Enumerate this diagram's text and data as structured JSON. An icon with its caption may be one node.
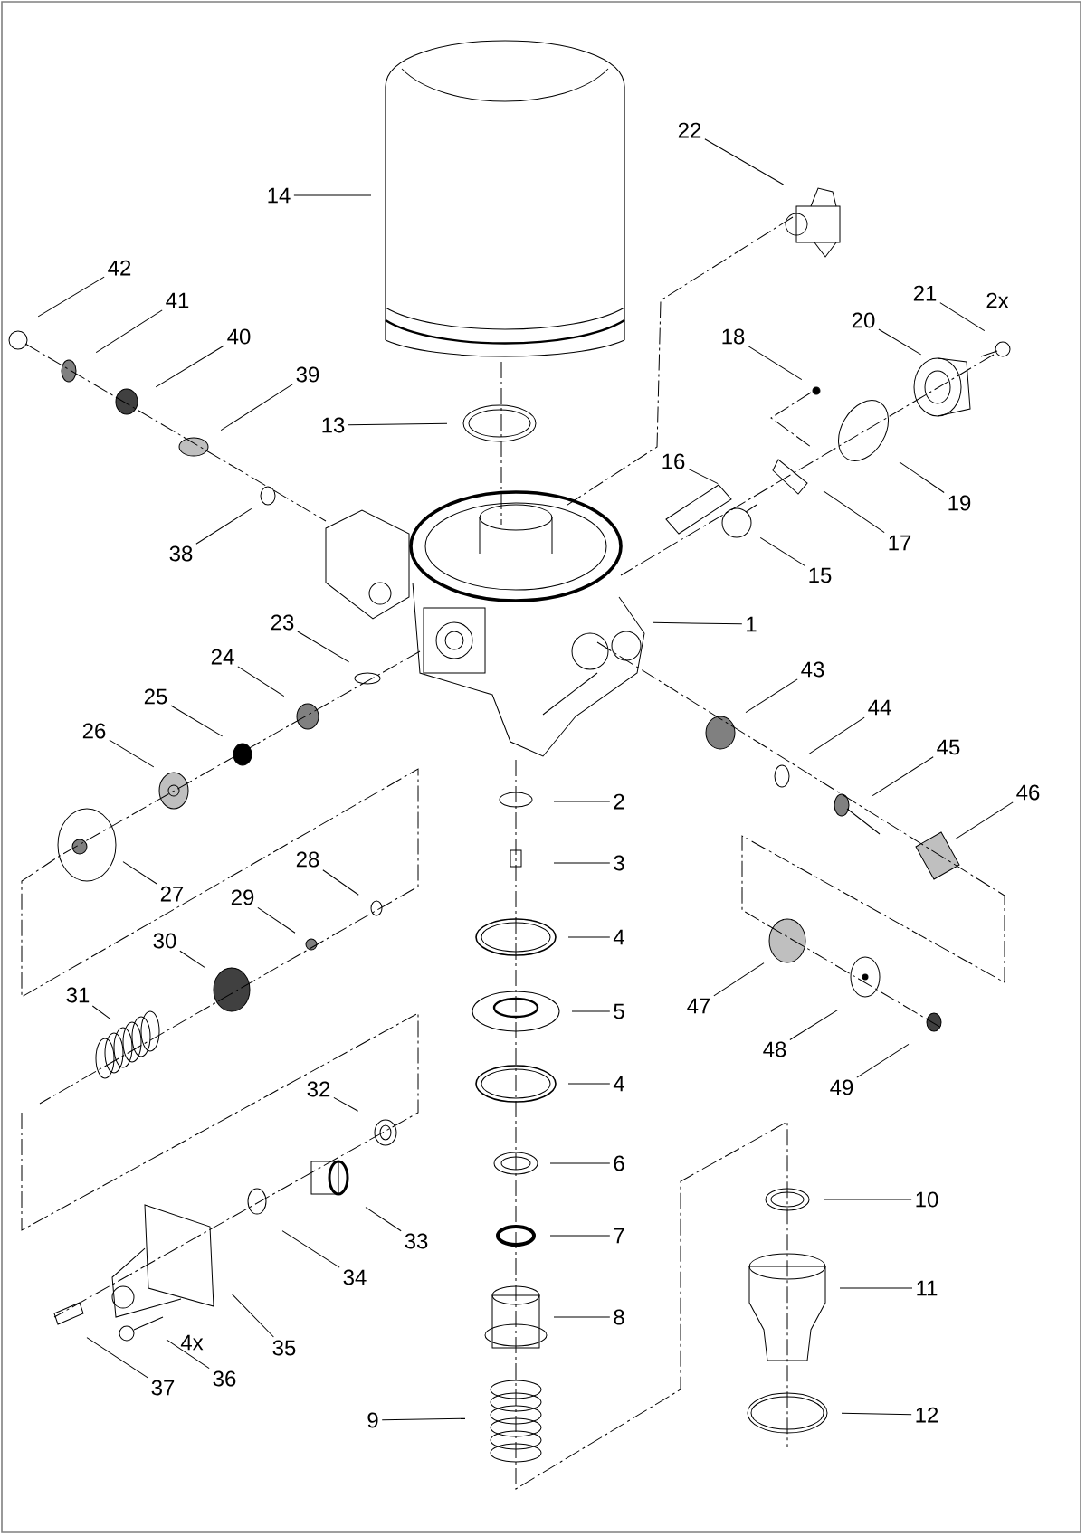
{
  "diagram": {
    "nodes": [
      {
        "text": [
          "1"
        ]
      },
      {
        "text": [
          "2"
        ]
      },
      {
        "text": [
          "3"
        ]
      },
      {
        "text": [
          "4"
        ]
      },
      {
        "text": [
          "5"
        ]
      },
      {
        "text": [
          "4"
        ]
      },
      {
        "text": [
          "6"
        ]
      },
      {
        "text": [
          "7"
        ]
      },
      {
        "text": [
          "8"
        ]
      },
      {
        "text": [
          "9"
        ]
      },
      {
        "text": [
          "10"
        ]
      },
      {
        "text": [
          "11"
        ]
      },
      {
        "text": [
          "12"
        ]
      },
      {
        "text": [
          "13"
        ]
      },
      {
        "text": [
          "14"
        ]
      },
      {
        "text": [
          "15"
        ]
      },
      {
        "text": [
          "16"
        ]
      },
      {
        "text": [
          "17"
        ]
      },
      {
        "text": [
          "18"
        ]
      },
      {
        "text": [
          "19"
        ]
      },
      {
        "text": [
          "20"
        ]
      },
      {
        "text": [
          "21"
        ],
        "beside": [
          "2x"
        ]
      },
      {
        "text": [
          "22"
        ]
      },
      {
        "text": [
          "23"
        ]
      },
      {
        "text": [
          "24"
        ]
      },
      {
        "text": [
          "25"
        ]
      },
      {
        "text": [
          "26"
        ]
      },
      {
        "text": [
          "27"
        ]
      },
      {
        "text": [
          "28"
        ]
      },
      {
        "text": [
          "29"
        ]
      },
      {
        "text": [
          "30"
        ]
      },
      {
        "text": [
          "31"
        ]
      },
      {
        "text": [
          "32"
        ]
      },
      {
        "text": [
          "33"
        ]
      },
      {
        "text": [
          "34"
        ]
      },
      {
        "text": [
          "35"
        ]
      },
      {
        "text": [
          "36"
        ],
        "beside": [
          "4x"
        ]
      },
      {
        "text": [
          "37"
        ]
      },
      {
        "text": [
          "38"
        ]
      },
      {
        "text": [
          "39"
        ]
      },
      {
        "text": [
          "40"
        ]
      },
      {
        "text": [
          "41"
        ]
      },
      {
        "text": [
          "42"
        ]
      },
      {
        "text": [
          "43"
        ]
      },
      {
        "text": [
          "44"
        ]
      },
      {
        "text": [
          "45"
        ]
      },
      {
        "text": [
          "46"
        ]
      },
      {
        "text": [
          "47"
        ]
      },
      {
        "text": [
          "48"
        ]
      },
      {
        "text": [
          "49"
        ]
      }
    ],
    "edges": [
      {
        "from": 0,
        "to": null,
        "arrow": "none"
      },
      {
        "from": 1,
        "to": null,
        "arrow": "none"
      },
      {
        "from": 2,
        "to": null,
        "arrow": "none"
      },
      {
        "from": 3,
        "to": null,
        "arrow": "none"
      },
      {
        "from": 4,
        "to": null,
        "arrow": "none"
      },
      {
        "from": 5,
        "to": null,
        "arrow": "none"
      },
      {
        "from": 6,
        "to": null,
        "arrow": "none"
      },
      {
        "from": 7,
        "to": null,
        "arrow": "none"
      },
      {
        "from": 8,
        "to": null,
        "arrow": "none"
      },
      {
        "from": 9,
        "to": null,
        "arrow": "none"
      },
      {
        "from": 10,
        "to": null,
        "arrow": "none"
      },
      {
        "from": 11,
        "to": null,
        "arrow": "none"
      },
      {
        "from": 12,
        "to": null,
        "arrow": "none"
      },
      {
        "from": 13,
        "to": null,
        "arrow": "none"
      },
      {
        "from": 14,
        "to": null,
        "arrow": "none"
      },
      {
        "from": 15,
        "to": null,
        "arrow": "none"
      },
      {
        "from": 16,
        "to": null,
        "arrow": "none"
      },
      {
        "from": 17,
        "to": null,
        "arrow": "none"
      },
      {
        "from": 18,
        "to": null,
        "arrow": "none"
      },
      {
        "from": 19,
        "to": null,
        "arrow": "none"
      },
      {
        "from": 20,
        "to": null,
        "arrow": "none"
      },
      {
        "from": 21,
        "to": null,
        "arrow": "none"
      },
      {
        "from": 22,
        "to": null,
        "arrow": "none"
      },
      {
        "from": 23,
        "to": null,
        "arrow": "none"
      },
      {
        "from": 24,
        "to": null,
        "arrow": "none"
      },
      {
        "from": 25,
        "to": null,
        "arrow": "none"
      },
      {
        "from": 26,
        "to": null,
        "arrow": "none"
      },
      {
        "from": 27,
        "to": null,
        "arrow": "none"
      },
      {
        "from": 28,
        "to": null,
        "arrow": "none"
      },
      {
        "from": 29,
        "to": null,
        "arrow": "none"
      },
      {
        "from": 30,
        "to": null,
        "arrow": "none"
      },
      {
        "from": 31,
        "to": null,
        "arrow": "none"
      },
      {
        "from": 32,
        "to": null,
        "arrow": "none"
      },
      {
        "from": 33,
        "to": null,
        "arrow": "none"
      },
      {
        "from": 34,
        "to": null,
        "arrow": "none"
      },
      {
        "from": 35,
        "to": null,
        "arrow": "none"
      },
      {
        "from": 36,
        "to": null,
        "arrow": "none"
      },
      {
        "from": 37,
        "to": null,
        "arrow": "none"
      },
      {
        "from": 38,
        "to": null,
        "arrow": "none"
      },
      {
        "from": 39,
        "to": null,
        "arrow": "none"
      },
      {
        "from": 40,
        "to": null,
        "arrow": "none"
      },
      {
        "from": 41,
        "to": null,
        "arrow": "none"
      },
      {
        "from": 42,
        "to": null,
        "arrow": "none"
      },
      {
        "from": 43,
        "to": null,
        "arrow": "none"
      },
      {
        "from": 44,
        "to": null,
        "arrow": "none"
      },
      {
        "from": 45,
        "to": null,
        "arrow": "none"
      },
      {
        "from": 46,
        "to": null,
        "arrow": "none"
      },
      {
        "from": 47,
        "to": null,
        "arrow": "none"
      },
      {
        "from": 48,
        "to": null,
        "arrow": "none"
      },
      {
        "from": 49,
        "to": null,
        "arrow": "none"
      }
    ]
  }
}
